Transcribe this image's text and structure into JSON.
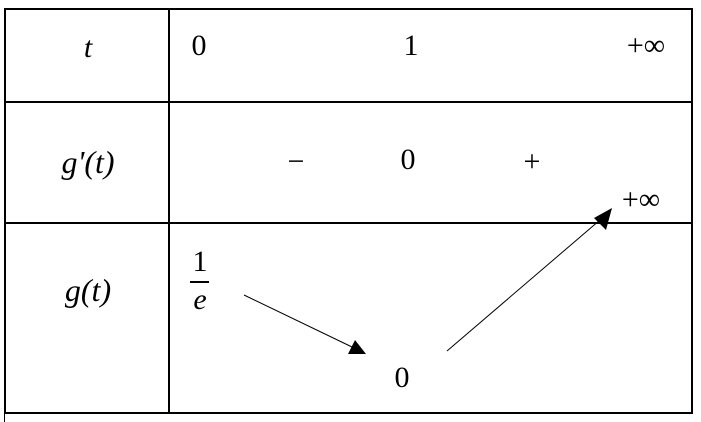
{
  "table": {
    "row_labels": {
      "t": "t",
      "derivative": "g'(t)",
      "function": "g(t)"
    },
    "t_values": [
      "0",
      "1",
      "+∞"
    ],
    "derivative_signs": [
      "−",
      "0",
      "+"
    ],
    "function_values": {
      "start_numerator": "1",
      "start_denominator": "e",
      "minimum": "0",
      "end": "+∞"
    },
    "variations": [
      "decreasing",
      "increasing"
    ]
  }
}
